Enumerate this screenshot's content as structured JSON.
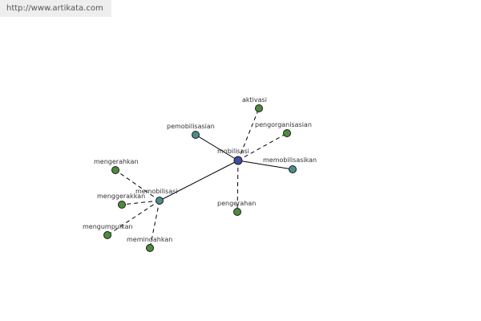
{
  "header": {
    "url": "http://www.artikata.com"
  },
  "colors": {
    "center": "#3d4fa0",
    "hub": "#4b8c8c",
    "leaf": "#4e8a3e",
    "edge": "#000000"
  },
  "graph": {
    "nodes": [
      {
        "id": "mobilisasi",
        "label": "mobilisasi",
        "kind": "center"
      },
      {
        "id": "memobilisasi",
        "label": "memobilisasi",
        "kind": "hub"
      },
      {
        "id": "pemobilisasian",
        "label": "pemobilisasian",
        "kind": "hub"
      },
      {
        "id": "memobilisasikan",
        "label": "memobilisasikan",
        "kind": "hub"
      },
      {
        "id": "aktivasi",
        "label": "aktivasi",
        "kind": "leaf"
      },
      {
        "id": "pengorganisasian",
        "label": "pengorganisasian",
        "kind": "leaf"
      },
      {
        "id": "pengerahan",
        "label": "pengerahan",
        "kind": "leaf"
      },
      {
        "id": "mengerahkan",
        "label": "mengerahkan",
        "kind": "leaf"
      },
      {
        "id": "menggerakkan",
        "label": "menggerakkan",
        "kind": "leaf"
      },
      {
        "id": "mengumpulkan",
        "label": "mengumpulkan",
        "kind": "leaf"
      },
      {
        "id": "memindahkan",
        "label": "memindahkan",
        "kind": "leaf"
      }
    ],
    "edges": [
      {
        "from": "mobilisasi",
        "to": "memobilisasi",
        "style": "solid"
      },
      {
        "from": "mobilisasi",
        "to": "pemobilisasian",
        "style": "solid"
      },
      {
        "from": "mobilisasi",
        "to": "memobilisasikan",
        "style": "solid"
      },
      {
        "from": "mobilisasi",
        "to": "aktivasi",
        "style": "dashed"
      },
      {
        "from": "mobilisasi",
        "to": "pengorganisasian",
        "style": "dashed"
      },
      {
        "from": "mobilisasi",
        "to": "pengerahan",
        "style": "dashed"
      },
      {
        "from": "memobilisasi",
        "to": "mengerahkan",
        "style": "dashed"
      },
      {
        "from": "memobilisasi",
        "to": "menggerakkan",
        "style": "dashed"
      },
      {
        "from": "memobilisasi",
        "to": "mengumpulkan",
        "style": "dashed"
      },
      {
        "from": "memobilisasi",
        "to": "memindahkan",
        "style": "dashed"
      }
    ]
  }
}
